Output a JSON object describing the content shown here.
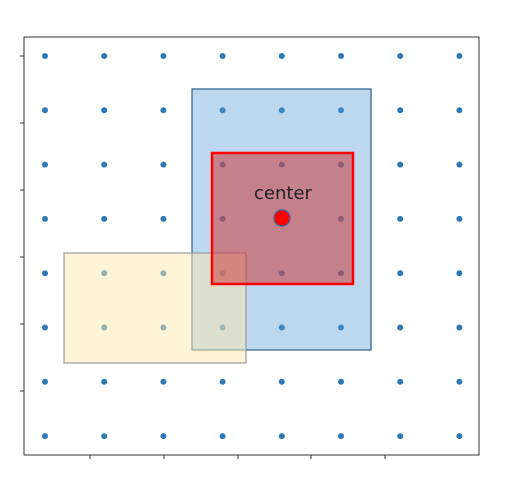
{
  "diagram": {
    "center_label": "center",
    "grid": {
      "cols": 8,
      "rows": 8,
      "dot_color": "#2e78b5"
    },
    "regions": [
      {
        "name": "blue-region",
        "fill": "#5b9bd5",
        "fill_opacity": 0.4,
        "stroke": "#2e5f8a"
      },
      {
        "name": "yellow-region",
        "fill": "#fde9b0",
        "fill_opacity": 0.5,
        "stroke": "#9a9a9a"
      },
      {
        "name": "red-region",
        "fill": "#cc3b3b",
        "fill_opacity": 0.55,
        "stroke": "#ff0000"
      }
    ],
    "center_marker": {
      "fill": "#ff0000",
      "stroke": "#3a5fa0"
    }
  }
}
